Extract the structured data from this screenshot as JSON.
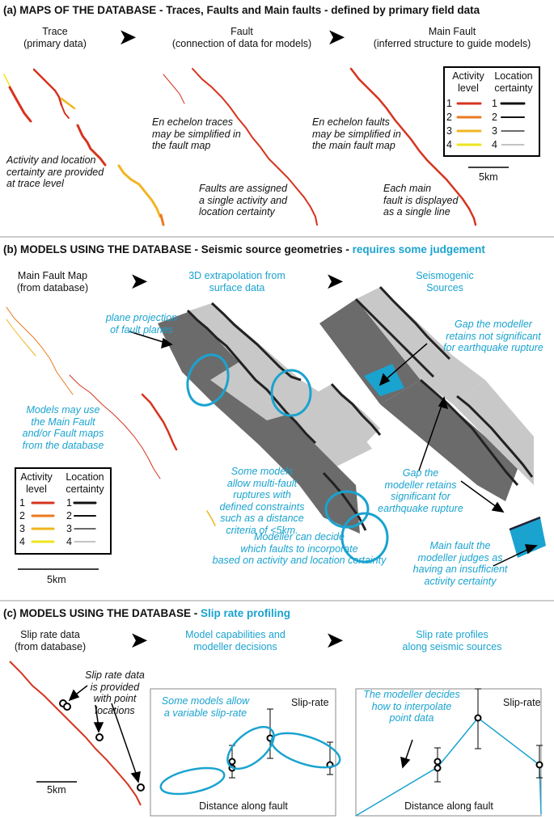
{
  "colors": {
    "cyan": "#1aa3cf",
    "act1": "#d6341f",
    "act2": "#ea7a20",
    "act3": "#f1b520",
    "act4": "#eee51f",
    "darkgray": "#6b6b6b",
    "lightgray": "#c8c8c8"
  },
  "sectionA": {
    "title": "(a) MAPS OF THE DATABASE - Traces, Faults and Main faults - defined by primary field data",
    "col1": "Trace\n(primary data)",
    "col2": "Fault\n(connection of data for models)",
    "col3": "Main Fault\n(inferred structure to guide models)",
    "note1": "Activity and location\ncertainty are provided\nat trace level",
    "note2": "En echelon traces\nmay be simplified in\nthe fault map",
    "note3": "Faults are assigned\na single activity and\nlocation certainty",
    "note4": "En echelon faults\nmay be simplified in\nthe main fault map",
    "note5": "Each main\nfault is displayed\nas a single line",
    "scale": "5km"
  },
  "legend": {
    "activityHeader": "Activity\nlevel",
    "locationHeader": "Location\ncertainty",
    "levels": [
      "1",
      "2",
      "3",
      "4"
    ]
  },
  "sectionB": {
    "title": "(b) MODELS USING THE DATABASE - Seismic source geometries - ",
    "titleHighlight": "requires some judgement",
    "col1": "Main Fault Map\n(from database)",
    "col2": "3D extrapolation from\nsurface data",
    "col3": "Seismogenic\nSources",
    "note_plane": "plane projection\nof fault planes",
    "note_models": "Models may use\nthe Main Fault\nand/or Fault maps\nfrom the database",
    "note_multi": "Some models\nallow multi-fault\nruptures with\ndefined constraints\nsuch as a distance\ncriteria of <5km.",
    "note_decide": "Modeller can decide\nwhich faults to incorporate\nbased on activity and location certainty",
    "note_gap1": "Gap the modeller\nretains not significant\nfor earthquake rupture",
    "note_gap2": "Gap the\nmodeller retains\nsignificant for\nearthquake rupture",
    "note_main": "Main fault the\nmodeller judges as\nhaving an insufficient\nactivity certainty",
    "scale": "5km"
  },
  "sectionC": {
    "title": "(c) MODELS USING THE DATABASE - ",
    "titleHighlight": "Slip rate profiling",
    "col1": "Slip rate data\n(from database)",
    "col2": "Model capabilities and\nmodeller decisions",
    "col3": "Slip rate profiles\nalong seismic sources",
    "note_point": "Slip rate data\nis provided\nwith point\nlocations",
    "note_variable": "Some models allow\na variable slip-rate",
    "note_interp": "The modeller decides\nhow to interpolate\npoint data",
    "ylabel": "Slip-rate",
    "xlabel": "Distance along fault",
    "scale": "5km"
  }
}
